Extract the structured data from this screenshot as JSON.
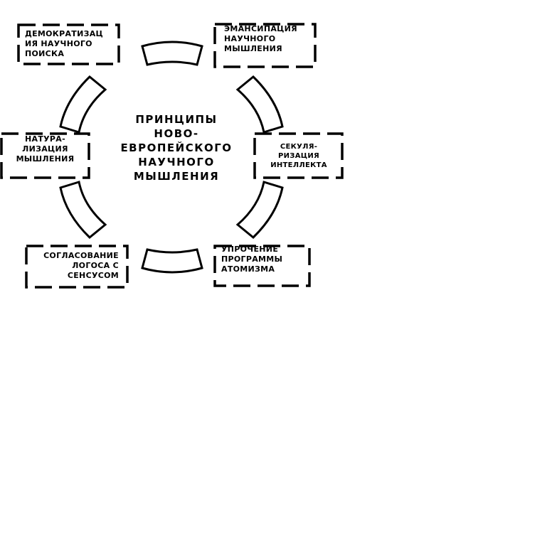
{
  "title": {
    "lines": [
      "ПРИНЦИПЫ",
      "НОВО-",
      "ЕВРОПЕЙСКОГО",
      "НАУЧНОГО",
      "МЫШЛЕНИЯ"
    ]
  },
  "nodes": {
    "democratization": {
      "lines": [
        "ДЕМОКРАТИЗАЦ",
        "ИЯ НАУЧНОГО",
        "ПОИСКА"
      ]
    },
    "emancipation": {
      "lines": [
        "ЭМАНСИПАЦИЯ",
        "НАУЧНОГО",
        "МЫШЛЕНИЯ"
      ]
    },
    "naturalization": {
      "lines": [
        "НАТУРА-",
        "ЛИЗАЦИЯ",
        "МЫШЛЕНИЯ"
      ]
    },
    "secularization": {
      "lines": [
        "СЕКУЛЯ-",
        "РИЗАЦИЯ",
        "ИНТЕЛЛЕКТА"
      ]
    },
    "harmonization": {
      "lines": [
        "СОГЛАСОВАНИЕ",
        "ЛОГОСА С",
        "СЕНСУСОМ"
      ]
    },
    "atomism": {
      "lines": [
        "УПРОЧЕНИЕ",
        "ПРОГРАММЫ",
        "АТОМИЗМА"
      ]
    }
  },
  "style": {
    "stroke_color": "#000000",
    "background": "#ffffff"
  }
}
